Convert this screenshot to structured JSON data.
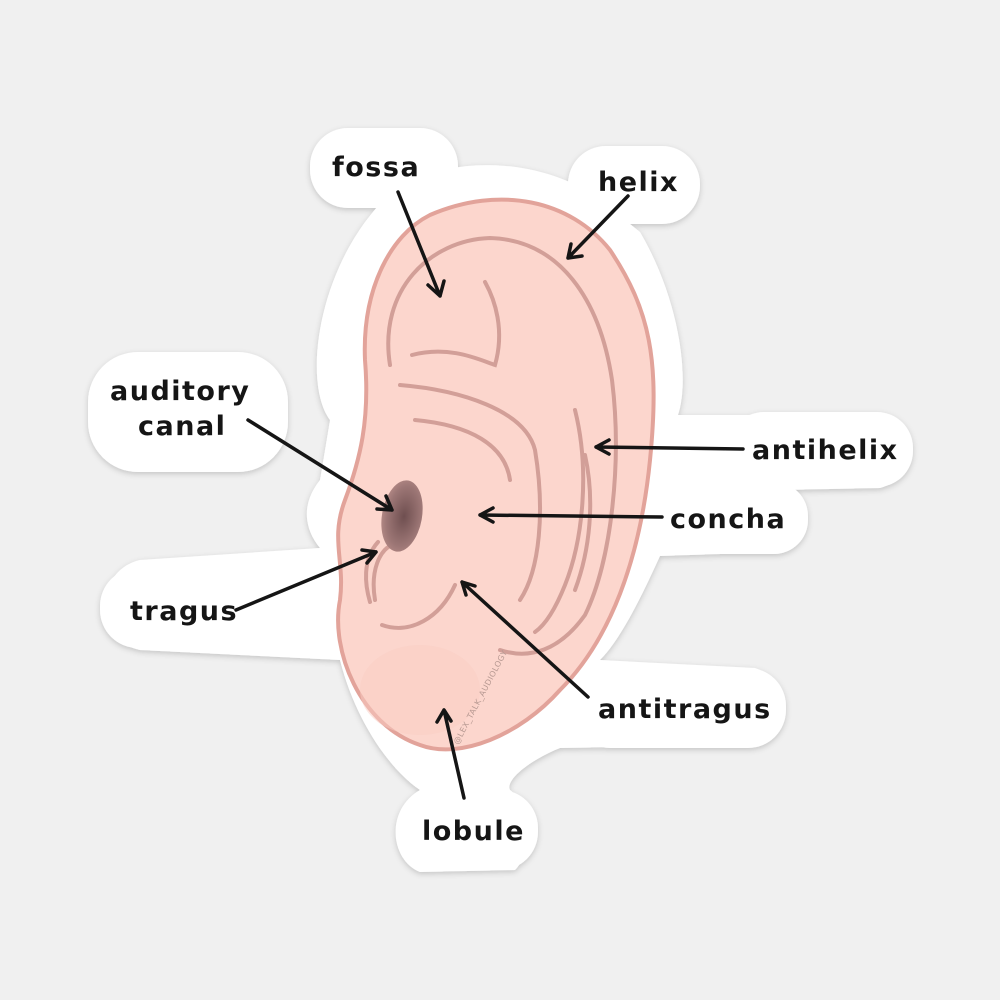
{
  "labels": {
    "fossa": "fossa",
    "helix": "helix",
    "auditory_canal_line1": "auditory",
    "auditory_canal_line2": "canal",
    "antihelix": "antihelix",
    "concha": "concha",
    "tragus": "tragus",
    "antitragus": "antitragus",
    "lobule": "lobule"
  },
  "watermark": "@LEX_TALK_AUDIOLOGY",
  "colors": {
    "background": "#f0f0f0",
    "sticker_border": "#ffffff",
    "skin": "#fcd6cd",
    "skin_outline": "#e2a39a",
    "ridge": "#d29f98",
    "canal": "#9c7675",
    "text": "#151515"
  }
}
